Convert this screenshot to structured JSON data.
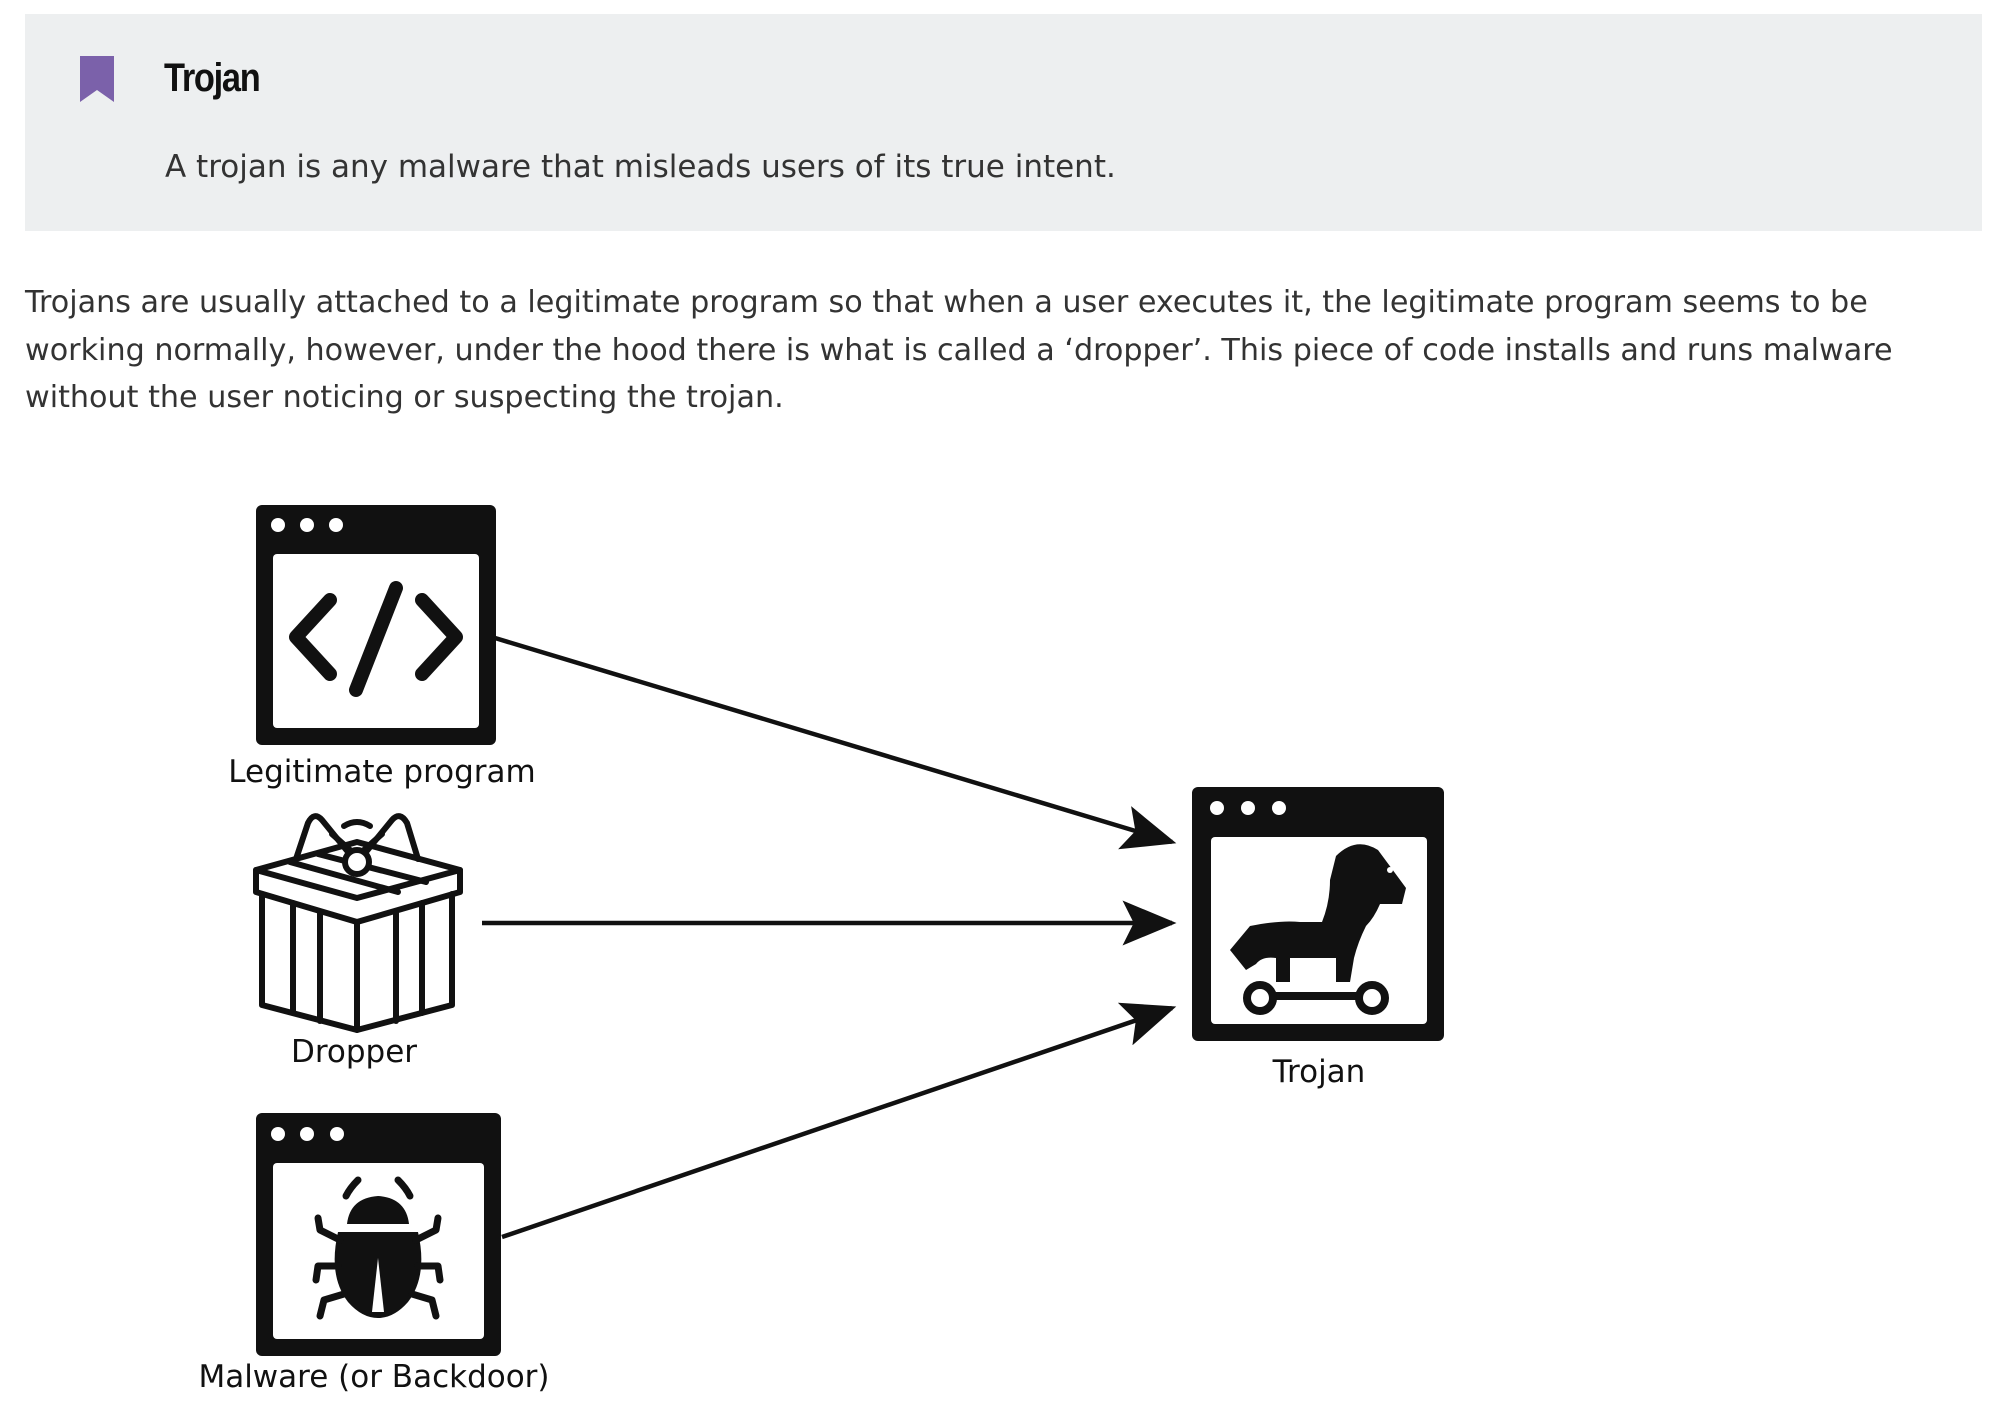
{
  "callout": {
    "icon": "bookmark-icon",
    "accent_color": "#7b61aa",
    "background_color": "#edeff0",
    "title": "Trojan",
    "definition": "A trojan is any malware that misleads users of its true intent."
  },
  "body": {
    "paragraph": "Trojans are usually attached to a legitimate program so that when a user executes it, the legitimate program seems to be working normally, however, under the hood there is what is called a ‘dropper’. This piece of code installs and runs malware without the user noticing or suspecting the trojan."
  },
  "diagram": {
    "nodes": [
      {
        "id": "legitimate",
        "icon": "code-window-icon",
        "label": "Legitimate program"
      },
      {
        "id": "dropper",
        "icon": "gift-box-icon",
        "label": "Dropper"
      },
      {
        "id": "malware",
        "icon": "bug-window-icon",
        "label": "Malware (or Backdoor)"
      },
      {
        "id": "trojan",
        "icon": "trojan-horse-window-icon",
        "label": "Trojan"
      }
    ],
    "edges": [
      {
        "from": "legitimate",
        "to": "trojan"
      },
      {
        "from": "dropper",
        "to": "trojan"
      },
      {
        "from": "malware",
        "to": "trojan"
      }
    ]
  }
}
